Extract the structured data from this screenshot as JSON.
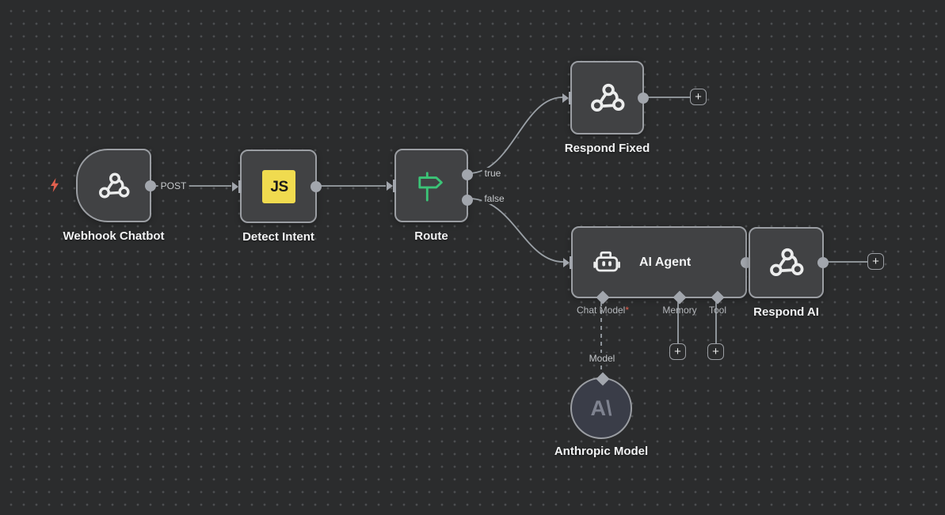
{
  "canvas": {
    "background": "#2b2c2d",
    "dot_color": "#4c4e50"
  },
  "ui": {
    "plus_label": "+"
  },
  "edges": {
    "post_label": "POST",
    "model_label": "Model"
  },
  "nodes": {
    "webhook_chatbot": {
      "label": "Webhook Chatbot",
      "icon": "webhook-icon",
      "is_trigger": true
    },
    "detect_intent": {
      "label": "Detect Intent",
      "icon": "javascript-icon",
      "icon_text": "JS"
    },
    "route": {
      "label": "Route",
      "icon": "signpost-icon",
      "true_label": "true",
      "false_label": "false"
    },
    "respond_fixed": {
      "label": "Respond Fixed",
      "icon": "webhook-icon"
    },
    "ai_agent": {
      "title": "AI Agent",
      "icon": "robot-icon",
      "ports": {
        "chat_model": "Chat Model",
        "required_mark": "*",
        "memory": "Memory",
        "tool": "Tool"
      }
    },
    "respond_ai": {
      "label": "Respond AI",
      "icon": "webhook-icon"
    },
    "anthropic_model": {
      "label": "Anthropic Model",
      "icon": "anthropic-logo",
      "logo_text": "A\\"
    }
  },
  "colors": {
    "node_fill": "#414244",
    "node_border": "#9b9ea3",
    "connector": "#a2a6ad",
    "wire": "#9aa0a6",
    "js_yellow": "#f0db4f",
    "route_green": "#3bc477",
    "trigger_bolt": "#e2604e",
    "anthropic_fill": "#3a3d48",
    "anthropic_logo": "#7f8390",
    "node_label_text": "#f2f3f4",
    "port_label_text": "#b6b9bd",
    "required_mark": "#e2604e"
  }
}
